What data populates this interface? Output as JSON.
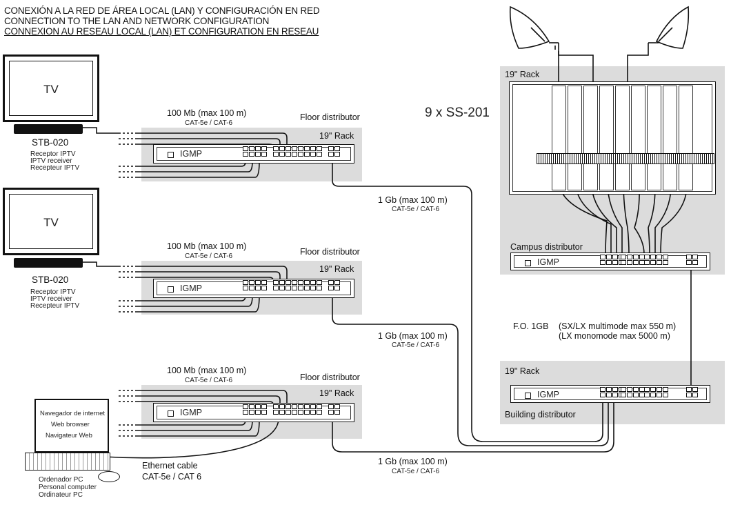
{
  "title": {
    "line1": "CONEXIÓN A LA RED DE ÁREA LOCAL (LAN) Y CONFIGURACIÓN EN RED",
    "line2": "CONNECTION TO THE LAN AND NETWORK CONFIGURATION",
    "line3": "CONNEXION AU RESEAU LOCAL (LAN) ET CONFIGURATION EN RESEAU"
  },
  "tv": {
    "label": "TV"
  },
  "stb": {
    "model": "STB-020",
    "desc1": "Receptor IPTV",
    "desc2": "IPTV receiver",
    "desc3": "Recepteur IPTV"
  },
  "floor": {
    "speed": "100 Mb (max 100 m)",
    "cable": "CAT-5e / CAT-6",
    "distributor": "Floor distributor",
    "rack": "19\" Rack",
    "igmp": "IGMP"
  },
  "uplink": {
    "speed": "1 Gb (max 100 m)",
    "cable": "CAT-5e / CAT-6"
  },
  "headend": {
    "count": "9 x SS-201",
    "rack": "19\" Rack",
    "campus": "Campus distributor",
    "igmp": "IGMP"
  },
  "fiber": {
    "label": "F.O. 1GB",
    "line1": "(SX/LX   multimode max 550 m)",
    "line2": "(LX        monomode max 5000 m)"
  },
  "building": {
    "rack": "19\" Rack",
    "distributor": "Building distributor",
    "igmp": "IGMP"
  },
  "pc": {
    "screen1": "Navegador de internet",
    "screen2": "Web browser",
    "screen3": "Navigateur Web",
    "desc1": "Ordenador PC",
    "desc2": "Personal computer",
    "desc3": "Ordinateur PC"
  },
  "ethernet": {
    "line1": "Ethernet cable",
    "line2": "CAT-5e / CAT 6"
  },
  "colors": {
    "rack_bg": "#dcdcdc",
    "line": "#111111"
  }
}
